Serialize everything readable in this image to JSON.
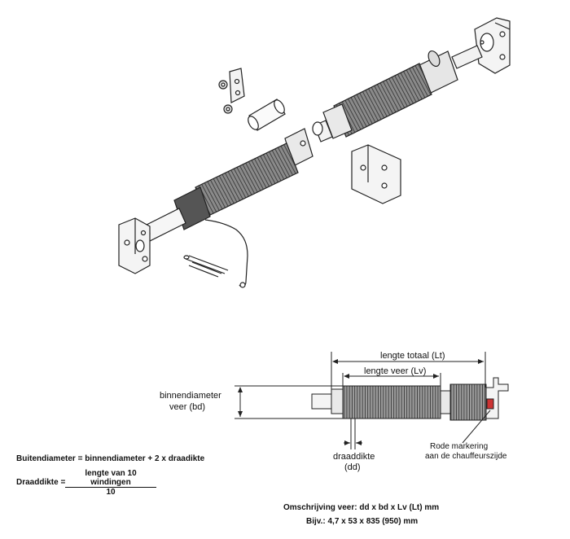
{
  "labels": {
    "lengte_totaal": "lengte totaal (Lt)",
    "lengte_veer": "lengte veer (Lv)",
    "binnendiameter_line1": "binnendiameter",
    "binnendiameter_line2": "veer (bd)",
    "draaddikte_line1": "draaddikte",
    "draaddikte_line2": "(dd)",
    "rode_markering_line1": "Rode markering",
    "rode_markering_line2": "aan de chauffeurszijde"
  },
  "formulas": {
    "buitendiameter": "Buitendiameter = binnendiameter + 2 x draadikte",
    "draaddikte_prefix": "Draaddikte =",
    "draaddikte_numerator": "lengte van 10 windingen",
    "draaddikte_denominator": "10"
  },
  "description": {
    "line1": "Omschrijving veer: dd x bd x Lv (Lt) mm",
    "line2": "Bijv.: 4,7 x 53 x 835 (950) mm"
  },
  "colors": {
    "ink": "#222222",
    "shade": "#6a6a6a",
    "light": "#d8d8d8"
  }
}
